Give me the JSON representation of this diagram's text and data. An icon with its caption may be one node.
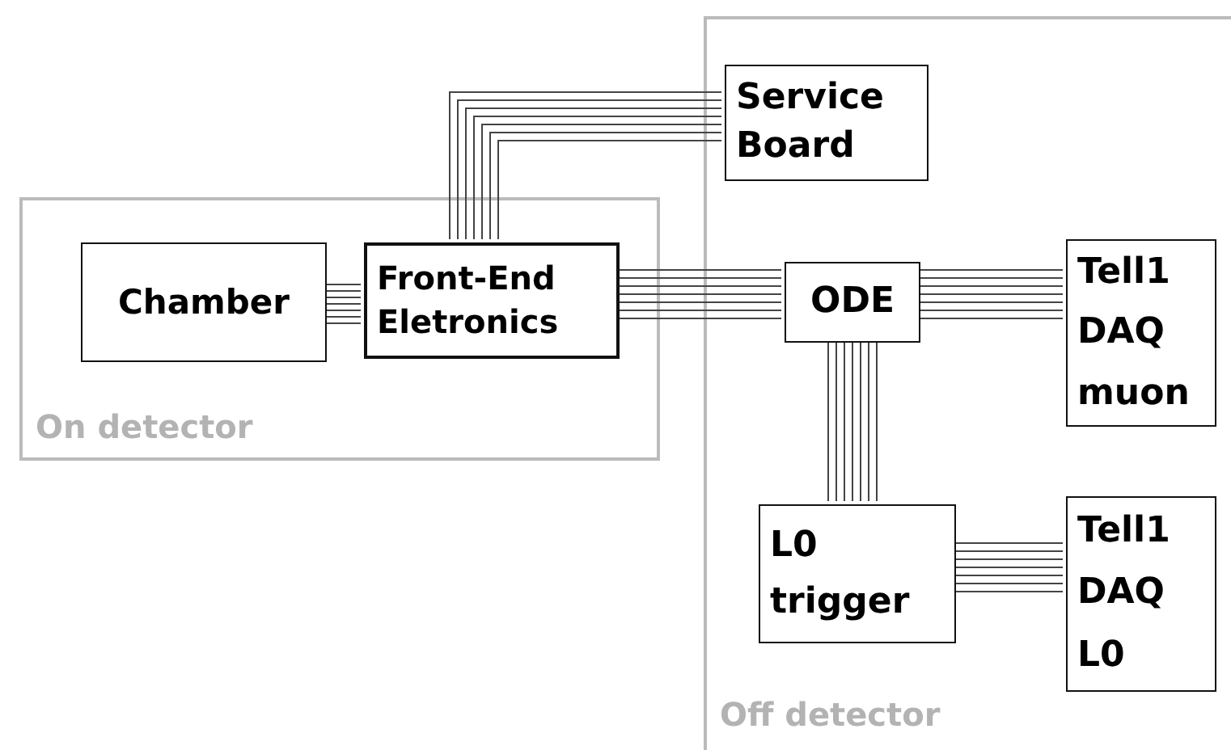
{
  "diagram": {
    "nodes": [
      {
        "text": [
          "On detector"
        ]
      },
      {
        "text": [
          "Chamber"
        ],
        "in": 0
      },
      {
        "text": [
          "Front-End Eletronics"
        ],
        "in": 0
      },
      {
        "text": [
          "Off detector"
        ]
      },
      {
        "text": [
          "Service Board"
        ],
        "in": 3
      },
      {
        "text": [
          "ODE"
        ],
        "in": 3
      },
      {
        "text": [
          "Tell1 DAQ muon"
        ],
        "in": 3
      },
      {
        "text": [
          "L0 trigger"
        ],
        "in": 3
      },
      {
        "text": [
          "Tell1 DAQ L0"
        ],
        "in": 3
      }
    ],
    "edges": [
      {
        "from": 1,
        "to": 2,
        "arrow": "none"
      },
      {
        "from": 2,
        "to": 4,
        "arrow": "none"
      },
      {
        "from": 2,
        "to": 5,
        "arrow": "none"
      },
      {
        "from": 5,
        "to": 6,
        "arrow": "none"
      },
      {
        "from": 5,
        "to": 7,
        "arrow": "none"
      },
      {
        "from": 7,
        "to": 8,
        "arrow": "none"
      }
    ]
  }
}
